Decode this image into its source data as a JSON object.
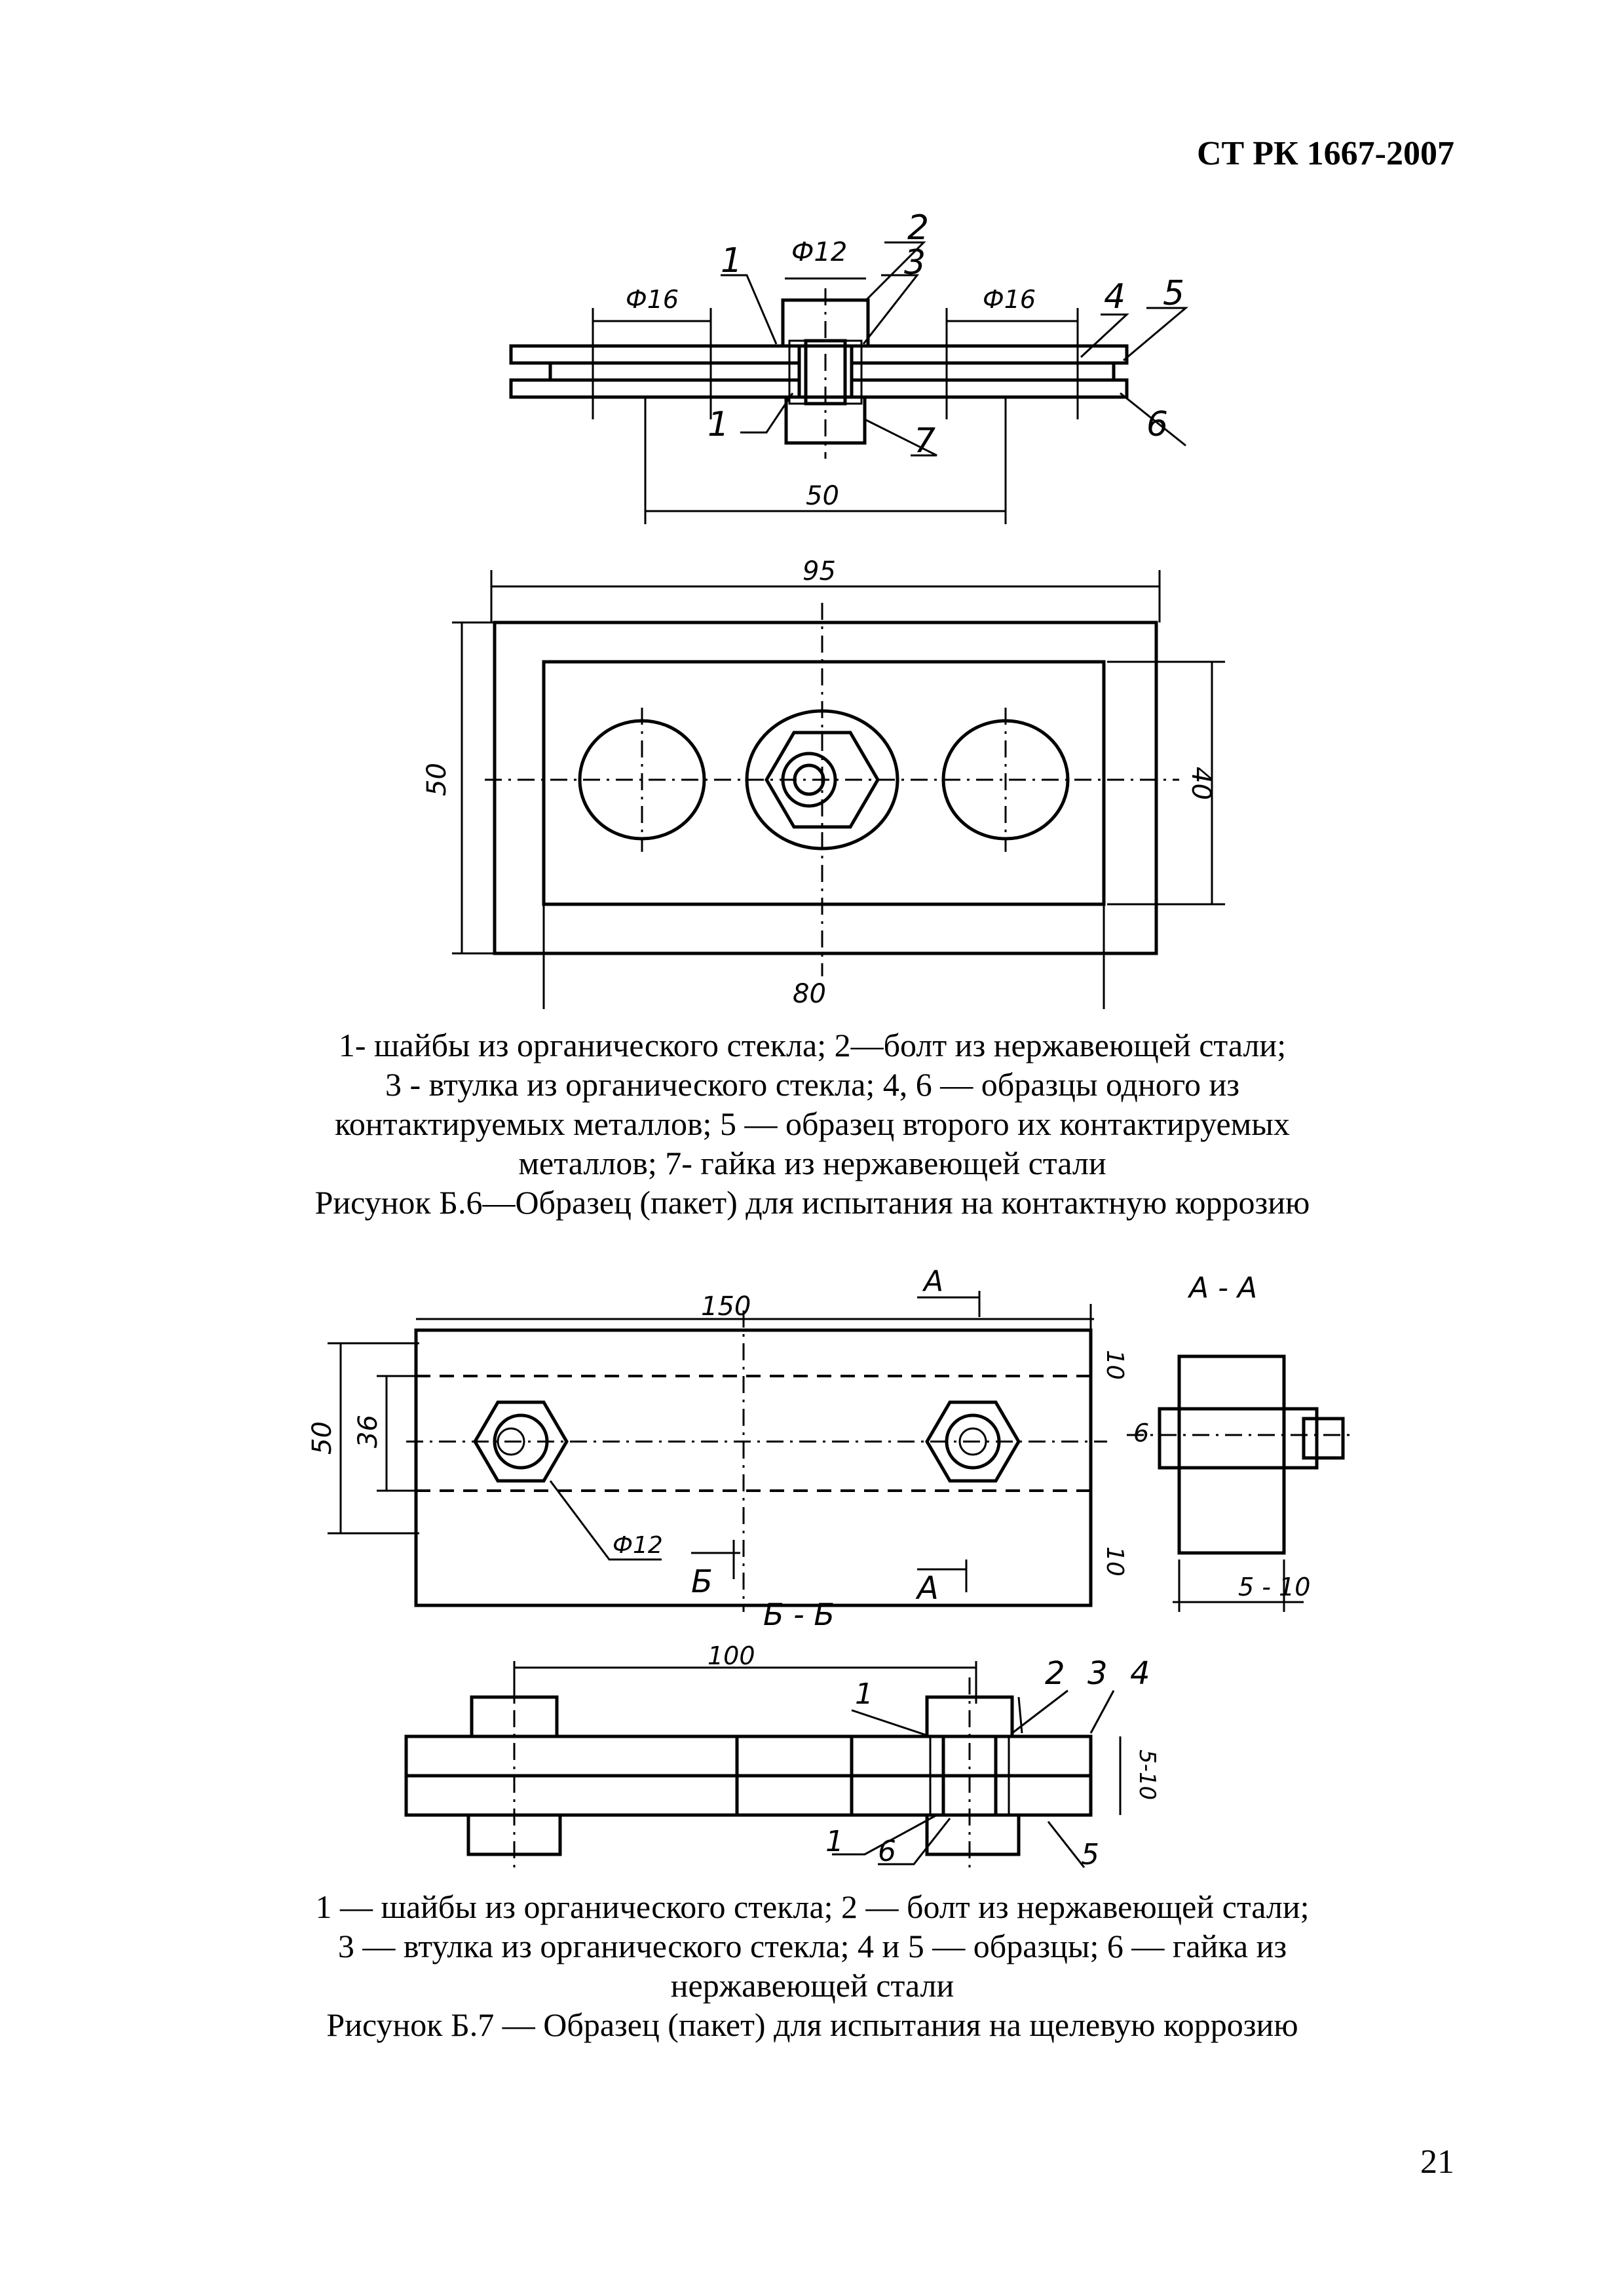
{
  "header": {
    "doc_code": "СТ РК 1667-2007"
  },
  "figure6": {
    "labels": {
      "d_bolt": "Ф12",
      "d_hole_left": "Ф16",
      "d_hole_right": "Ф16",
      "l1": "1",
      "l2": "2",
      "l3": "3",
      "l4": "4",
      "l5": "5",
      "l1b": "1",
      "l6": "6",
      "l7": "7",
      "dim_50": "50",
      "dim_95": "95",
      "dim_50v": "50",
      "dim_40": "40",
      "dim_80": "80"
    },
    "legend": [
      "1- шайбы из органического стекла; 2—болт из нержавеющей стали;",
      "3 - втулка из органического стекла; 4, 6 — образцы одного из",
      "контактируемых металлов; 5 — образец второго их  контактируемых",
      "металлов; 7- гайка из нержавеющей стали"
    ],
    "caption": "Рисунок Б.6—Образец (пакет) для испытания на контактную коррозию"
  },
  "figure7": {
    "labels": {
      "dim_150": "150",
      "dim_50": "50",
      "dim_36": "36",
      "dim_10a": "10",
      "dim_10b": "10",
      "d_12": "Ф12",
      "sec_b": "Б",
      "sec_a": "А",
      "sec_a_top": "А",
      "view_aa": "А - А",
      "dim_5_10": "5 - 10",
      "small_6": "6",
      "view_bb": "Б - Б",
      "dim_100": "100",
      "l1": "1",
      "l2": "2",
      "l3": "3",
      "l4": "4",
      "l5_10": "5-10",
      "l1b": "1",
      "l6": "6",
      "l5": "5"
    },
    "legend": [
      "1 — шайбы из органического стекла; 2 — болт из нержавеющей стали;",
      "3 — втулка из органического стекла; 4 и 5 — образцы; 6 — гайка из",
      "нержавеющей стали"
    ],
    "caption": "Рисунок Б.7 — Образец (пакет) для испытания на щелевую коррозию"
  },
  "footer": {
    "page_number": "21"
  }
}
